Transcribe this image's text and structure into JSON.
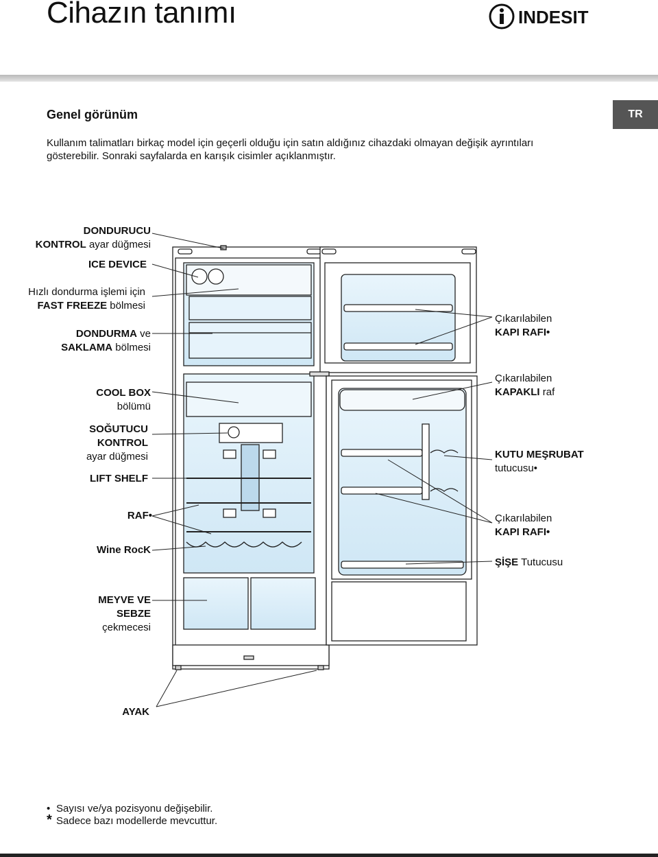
{
  "header": {
    "title": "Cihazın tanımı",
    "brand": "INDESIT"
  },
  "section": {
    "title": "Genel görünüm",
    "lang": "TR",
    "intro": "Kullanım talimatları birkaç model için geçerli olduğu için satın aldığınız cihazdaki olmayan değişik ayrıntıları gösterebilir. Sonraki sayfalarda en karışık cisimler açıklanmıştır."
  },
  "labels": {
    "left": {
      "freezer_control": {
        "b1": "DONDURUCU",
        "b2": "KONTROL",
        "n2": " ayar düğmesi"
      },
      "ice_device": {
        "b1": "ICE DEVICE"
      },
      "fast_freeze": {
        "n1": "Hızlı dondurma işlemi için",
        "b2": "FAST FREEZE",
        "n2": " bölmesi"
      },
      "freeze_store": {
        "b1": "DONDURMA",
        "n1": " ve",
        "b2": "SAKLAMA",
        "n2": " bölmesi"
      },
      "cool_box": {
        "b1": "COOL BOX",
        "n2": "bölümü"
      },
      "fridge_control": {
        "b1": "SOĞUTUCU",
        "b2": "KONTROL",
        "n3": "ayar düğmesi"
      },
      "lift_shelf": {
        "b1": "LIFT SHELF"
      },
      "shelf": {
        "b1": "RAF•"
      },
      "wine_rack": {
        "b1": "Wine RocK"
      },
      "crisper": {
        "b1": "MEYVE VE",
        "b2": "SEBZE",
        "n3": "çekmecesi"
      },
      "foot": {
        "b1": "AYAK"
      }
    },
    "right": {
      "door_shelf_top": {
        "n1": "Çıkarılabilen",
        "b2": "KAPI RAFI•"
      },
      "lidded_shelf": {
        "n1": "Çıkarılabilen",
        "b2": "KAPAKLI",
        "n2": " raf"
      },
      "can_holder": {
        "b1": "KUTU MEŞRUBAT",
        "n2": "tutucusu•"
      },
      "door_shelf_bottom": {
        "n1": "Çıkarılabilen",
        "b2": "KAPI RAFI•"
      },
      "bottle_holder": {
        "b1": "ŞİŞE",
        "n1": " Tutucusu"
      }
    }
  },
  "footnotes": {
    "bullet": "•",
    "bullet_text": "Sayısı ve/ya pozisyonu değişebilir.",
    "star": "*",
    "star_text": "Sadece bazı modellerde mevcuttur."
  },
  "colors": {
    "compartment_blue": "#d5ecf8",
    "outline": "#222222",
    "badge": "#555555"
  }
}
